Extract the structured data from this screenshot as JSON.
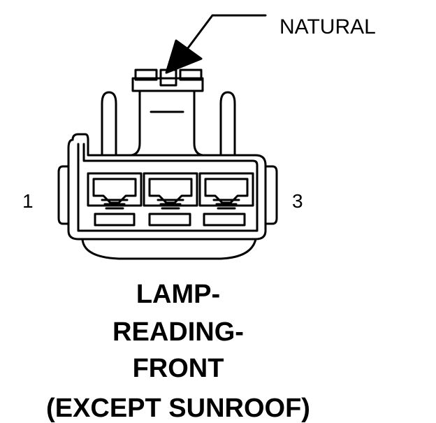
{
  "callout": {
    "color_label": "NATURAL"
  },
  "pins": {
    "left": "1",
    "right": "3"
  },
  "title_lines": [
    "LAMP-",
    "READING-",
    "FRONT",
    "(EXCEPT SUNROOF)"
  ],
  "colors": {
    "ink": "#000000",
    "paper": "#ffffff"
  }
}
